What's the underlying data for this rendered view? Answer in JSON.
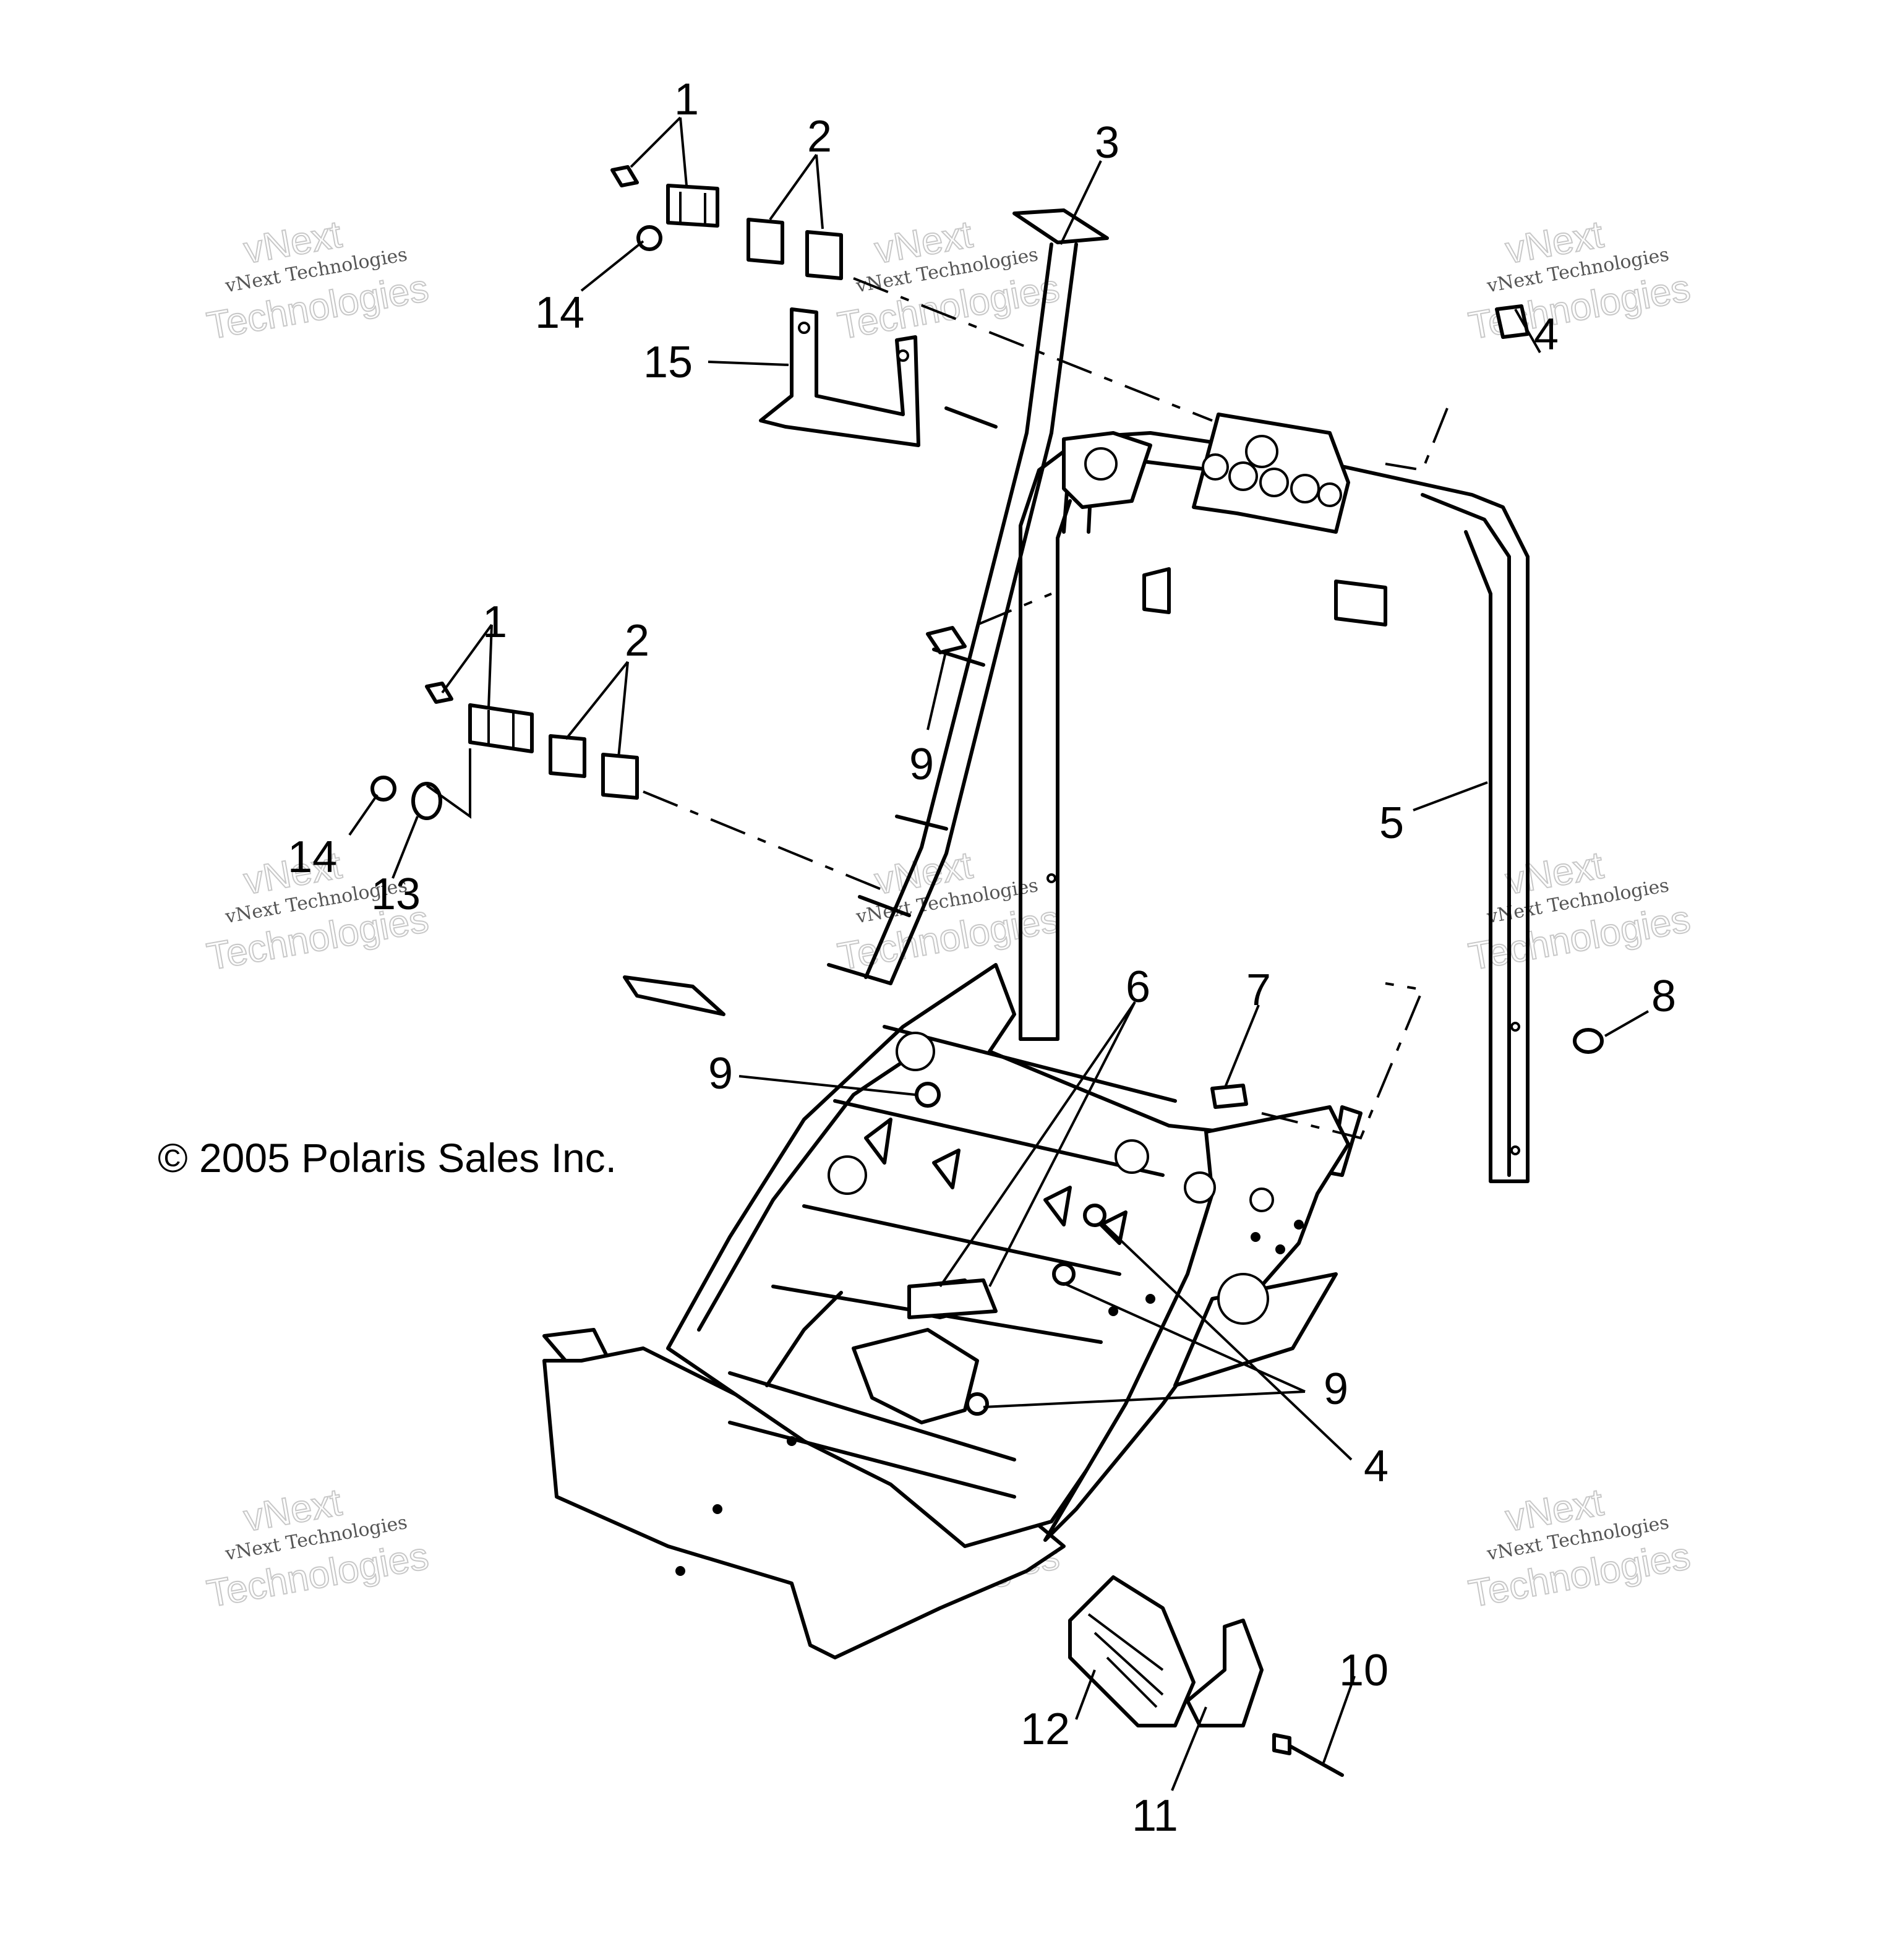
{
  "copyright": "© 2005 Polaris Sales Inc.",
  "watermark": {
    "line1": "vNext",
    "line2": "vNext Technologies",
    "line3": "Technologies"
  },
  "callouts": {
    "c1_top": "1",
    "c2_top": "2",
    "c3": "3",
    "c14_top": "14",
    "c15": "15",
    "c4_top": "4",
    "c9_upper": "9",
    "c5": "5",
    "c1_mid": "1",
    "c2_mid": "2",
    "c14_mid": "14",
    "c13": "13",
    "c6": "6",
    "c7": "7",
    "c8": "8",
    "c9_left": "9",
    "c9_right": "9",
    "c4_bottom": "4",
    "c10": "10",
    "c12": "12",
    "c11": "11"
  }
}
